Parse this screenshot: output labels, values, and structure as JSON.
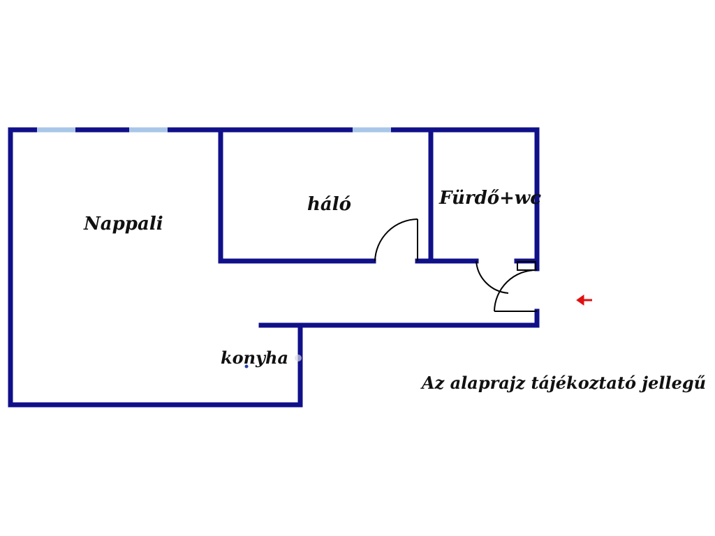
{
  "rooms": {
    "nappali": "Nappali",
    "halo": "háló",
    "furdo": "Fürdő+wc",
    "konyha": "konyha"
  },
  "note": "Az alaprajz tájékoztató jellegű",
  "colors": {
    "wall": "#10108a",
    "window": "#a9c6e8",
    "door": "#000000",
    "entrance_arrow": "#e01010"
  },
  "icons": {
    "entrance": "entrance-arrow-icon"
  }
}
